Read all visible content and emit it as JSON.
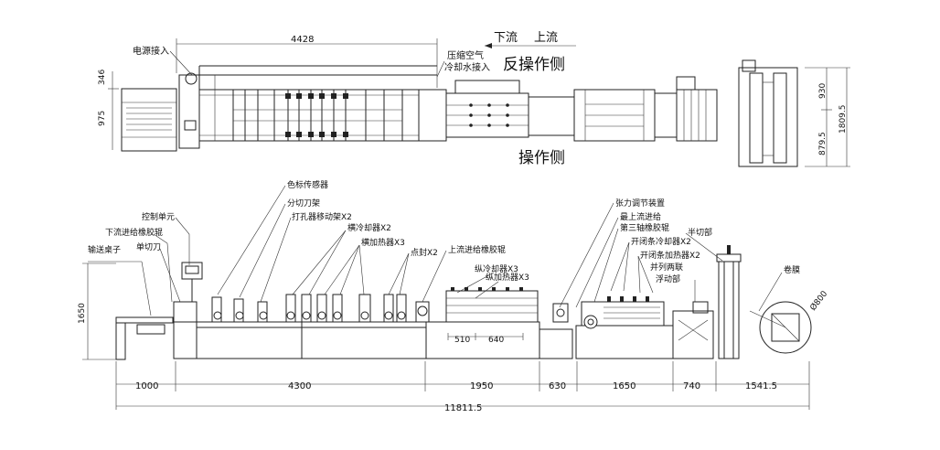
{
  "top": {
    "dim_overall_width": "4428",
    "dim_left_upper": "346",
    "dim_left_lower": "975",
    "dim_right_upper": "930",
    "dim_right_lower": "879.5",
    "dim_right_total": "1809.5",
    "label_power": "电源接入",
    "label_air": "压缩空气",
    "label_water": "冷却水接入",
    "label_downstream": "下流",
    "label_upstream": "上流",
    "label_reverse_side": "反操作侧",
    "label_operating_side": "操作侧"
  },
  "side": {
    "height_dim": "1650",
    "callouts": [
      "色标传感器",
      "分切刀架",
      "控制单元",
      "打孔器移动架X2",
      "下流进给橡胶辊",
      "横冷却器X2",
      "单切刀",
      "横加热器X3",
      "输送桌子",
      "点封X2",
      "上流进给橡胶辊",
      "纵冷却器X3",
      "纵加热器X3",
      "张力调节装置",
      "最上流进给",
      "第三轴橡胶辊",
      "半切部",
      "开闭条冷却器X2",
      "开闭条加热器X2",
      "卷膜",
      "并列两联",
      "浮动部"
    ],
    "inner_dim_a": "510",
    "inner_dim_b": "640",
    "roll_diameter": "Ø800",
    "segments": [
      "1000",
      "4300",
      "1950",
      "630",
      "1650",
      "740",
      "1541.5"
    ],
    "total_length": "11811.5"
  }
}
